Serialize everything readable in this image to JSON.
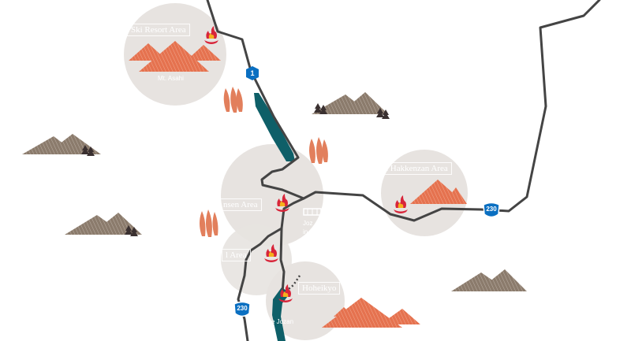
{
  "map": {
    "areas": {
      "ski_resort": "Ski Resort Area",
      "onsen": "nsen Area",
      "third": "l Area",
      "hakkenzan": "t Hakkenzan Area",
      "hoheikyo": "Hoheikyo"
    },
    "peaks": {
      "asahi": "Mt. Asahi"
    },
    "places": {
      "jozankei": "Joz",
      "jozankei_sub": "in",
      "jozankei_dam": "e Jozan"
    },
    "routes": {
      "route_1": "1",
      "route_230_east": "230",
      "route_230_south": "230"
    },
    "colors": {
      "road": "#444444",
      "river": "#0e5f68",
      "area_circle": "#e7e3e0",
      "mountain_orange": "#e5724f",
      "mountain_brown": "#8b7b6c",
      "tree_orange": "#e27f5c",
      "tree_dark": "#3a3030",
      "shield": "#0a6fc1",
      "hot_spring_icon": "#d8253a"
    }
  }
}
